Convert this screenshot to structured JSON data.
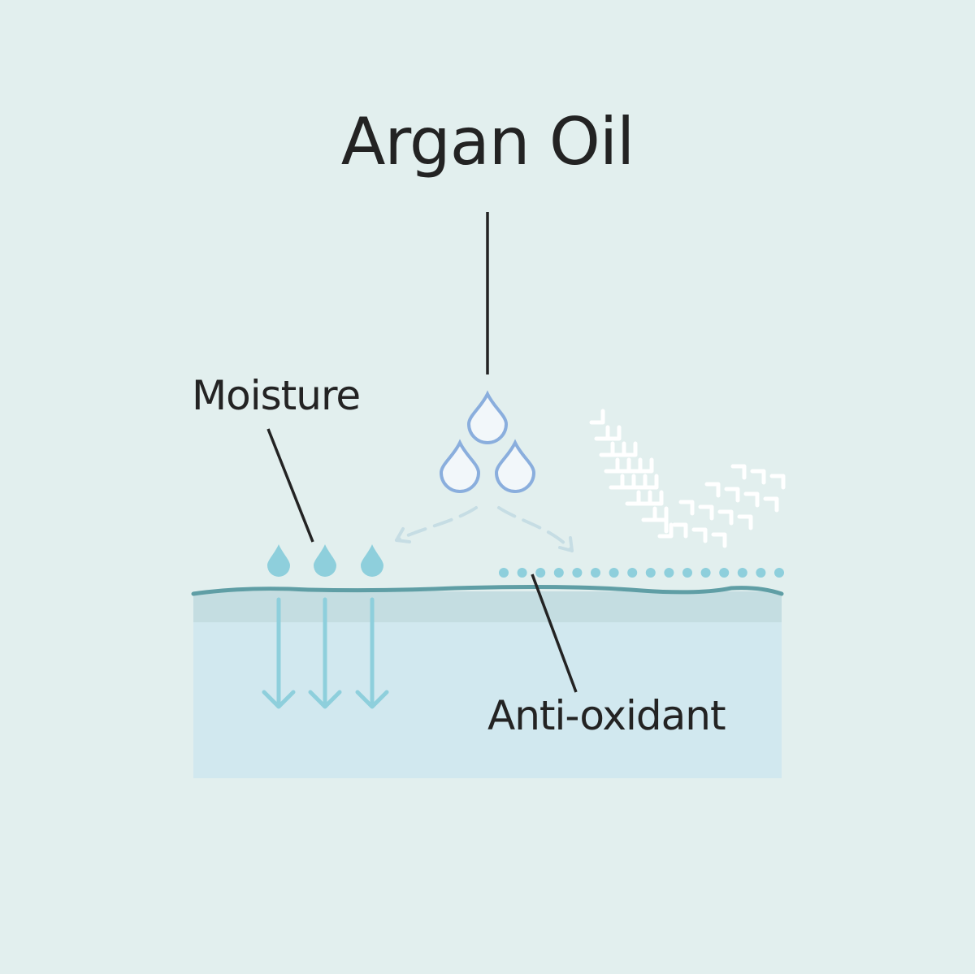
{
  "title": "Argan Oil",
  "labels": {
    "moisture": "Moisture",
    "antioxidant": "Anti-oxidant"
  },
  "colors": {
    "background": "#e2efee",
    "skin_surface_band": "#c4dde1",
    "skin_layer": "#d1e8ef",
    "skin_line": "#5f9ea5",
    "moisture_drop": "#8ecfdc",
    "oil_drop_stroke": "#8aaedd",
    "oil_drop_fill": "#f2f7fa",
    "uv_chevrons": "#ffffff",
    "text": "#232323"
  },
  "icons": [
    "oil-drop-icon",
    "moisture-drop-icon",
    "down-arrow-icon",
    "dashed-curved-arrow-icon",
    "uv-chevron-icon",
    "antioxidant-dot"
  ]
}
